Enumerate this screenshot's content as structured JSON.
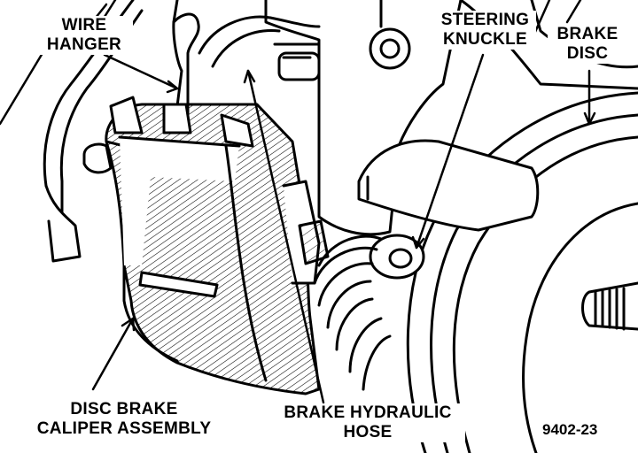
{
  "labels": {
    "wire_hanger": [
      "WIRE",
      "HANGER"
    ],
    "steering_knuckle": [
      "STEERING",
      "KNUCKLE"
    ],
    "brake_disc": [
      "BRAKE",
      "DISC"
    ],
    "caliper": [
      "DISC BRAKE",
      "CALIPER ASSEMBLY"
    ],
    "hose": [
      "BRAKE HYDRAULIC",
      "HOSE"
    ]
  },
  "figure_number": "9402-23"
}
